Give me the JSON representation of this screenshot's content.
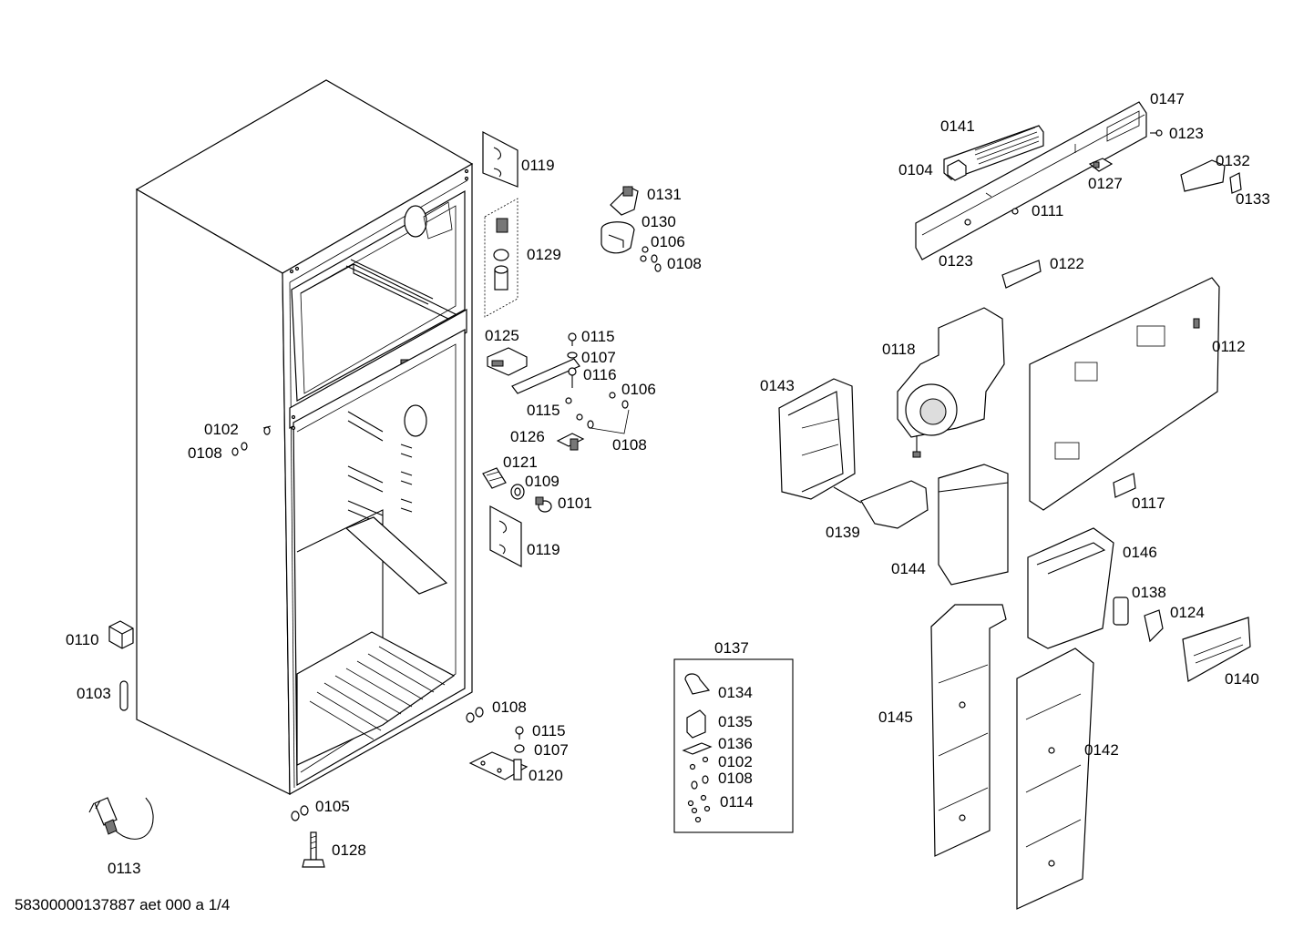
{
  "diagram": {
    "document_id": "58300000137887 aet 000 a 1/4",
    "labels": {
      "p0101": "0101",
      "p0102a": "0102",
      "p0102b": "0102",
      "p0103": "0103",
      "p0104": "0104",
      "p0105": "0105",
      "p0106a": "0106",
      "p0106b": "0106",
      "p0107a": "0107",
      "p0107b": "0107",
      "p0108a": "0108",
      "p0108b": "0108",
      "p0108c": "0108",
      "p0108d": "0108",
      "p0108e": "0108",
      "p0109": "0109",
      "p0110": "0110",
      "p0111": "0111",
      "p0112": "0112",
      "p0113": "0113",
      "p0114": "0114",
      "p0115a": "0115",
      "p0115b": "0115",
      "p0115c": "0115",
      "p0116": "0116",
      "p0117": "0117",
      "p0118": "0118",
      "p0119a": "0119",
      "p0119b": "0119",
      "p0120": "0120",
      "p0121": "0121",
      "p0122": "0122",
      "p0123a": "0123",
      "p0123b": "0123",
      "p0124": "0124",
      "p0125": "0125",
      "p0126": "0126",
      "p0127": "0127",
      "p0128": "0128",
      "p0129": "0129",
      "p0130": "0130",
      "p0131": "0131",
      "p0132": "0132",
      "p0133": "0133",
      "p0134": "0134",
      "p0135": "0135",
      "p0136": "0136",
      "p0137": "0137",
      "p0138": "0138",
      "p0139": "0139",
      "p0140": "0140",
      "p0141": "0141",
      "p0142": "0142",
      "p0143": "0143",
      "p0144": "0144",
      "p0145": "0145",
      "p0146": "0146",
      "p0147": "0147"
    }
  }
}
